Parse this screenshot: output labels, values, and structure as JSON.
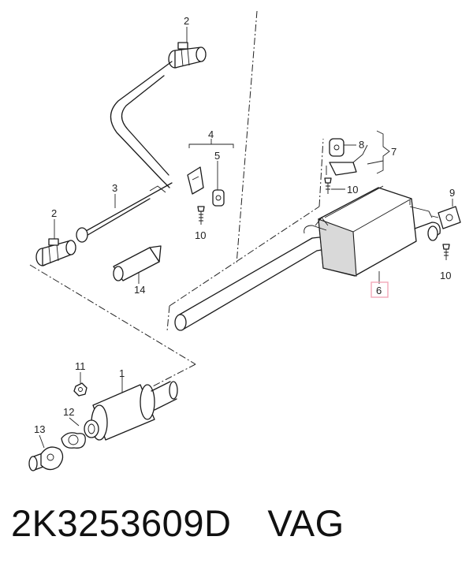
{
  "caption": {
    "part_number": "2K3253609D",
    "brand": "VAG"
  },
  "callouts": {
    "c1": "1",
    "c2a": "2",
    "c2b": "2",
    "c3": "3",
    "c4": "4",
    "c5": "5",
    "c6": "6",
    "c7": "7",
    "c8": "8",
    "c9": "9",
    "c10a": "10",
    "c10b": "10",
    "c10c": "10",
    "c11": "11",
    "c12": "12",
    "c13": "13",
    "c14": "14"
  },
  "colors": {
    "line": "#1a1a1a",
    "highlight_box": "#f2a8b8",
    "shade": "#d9d9d9"
  }
}
